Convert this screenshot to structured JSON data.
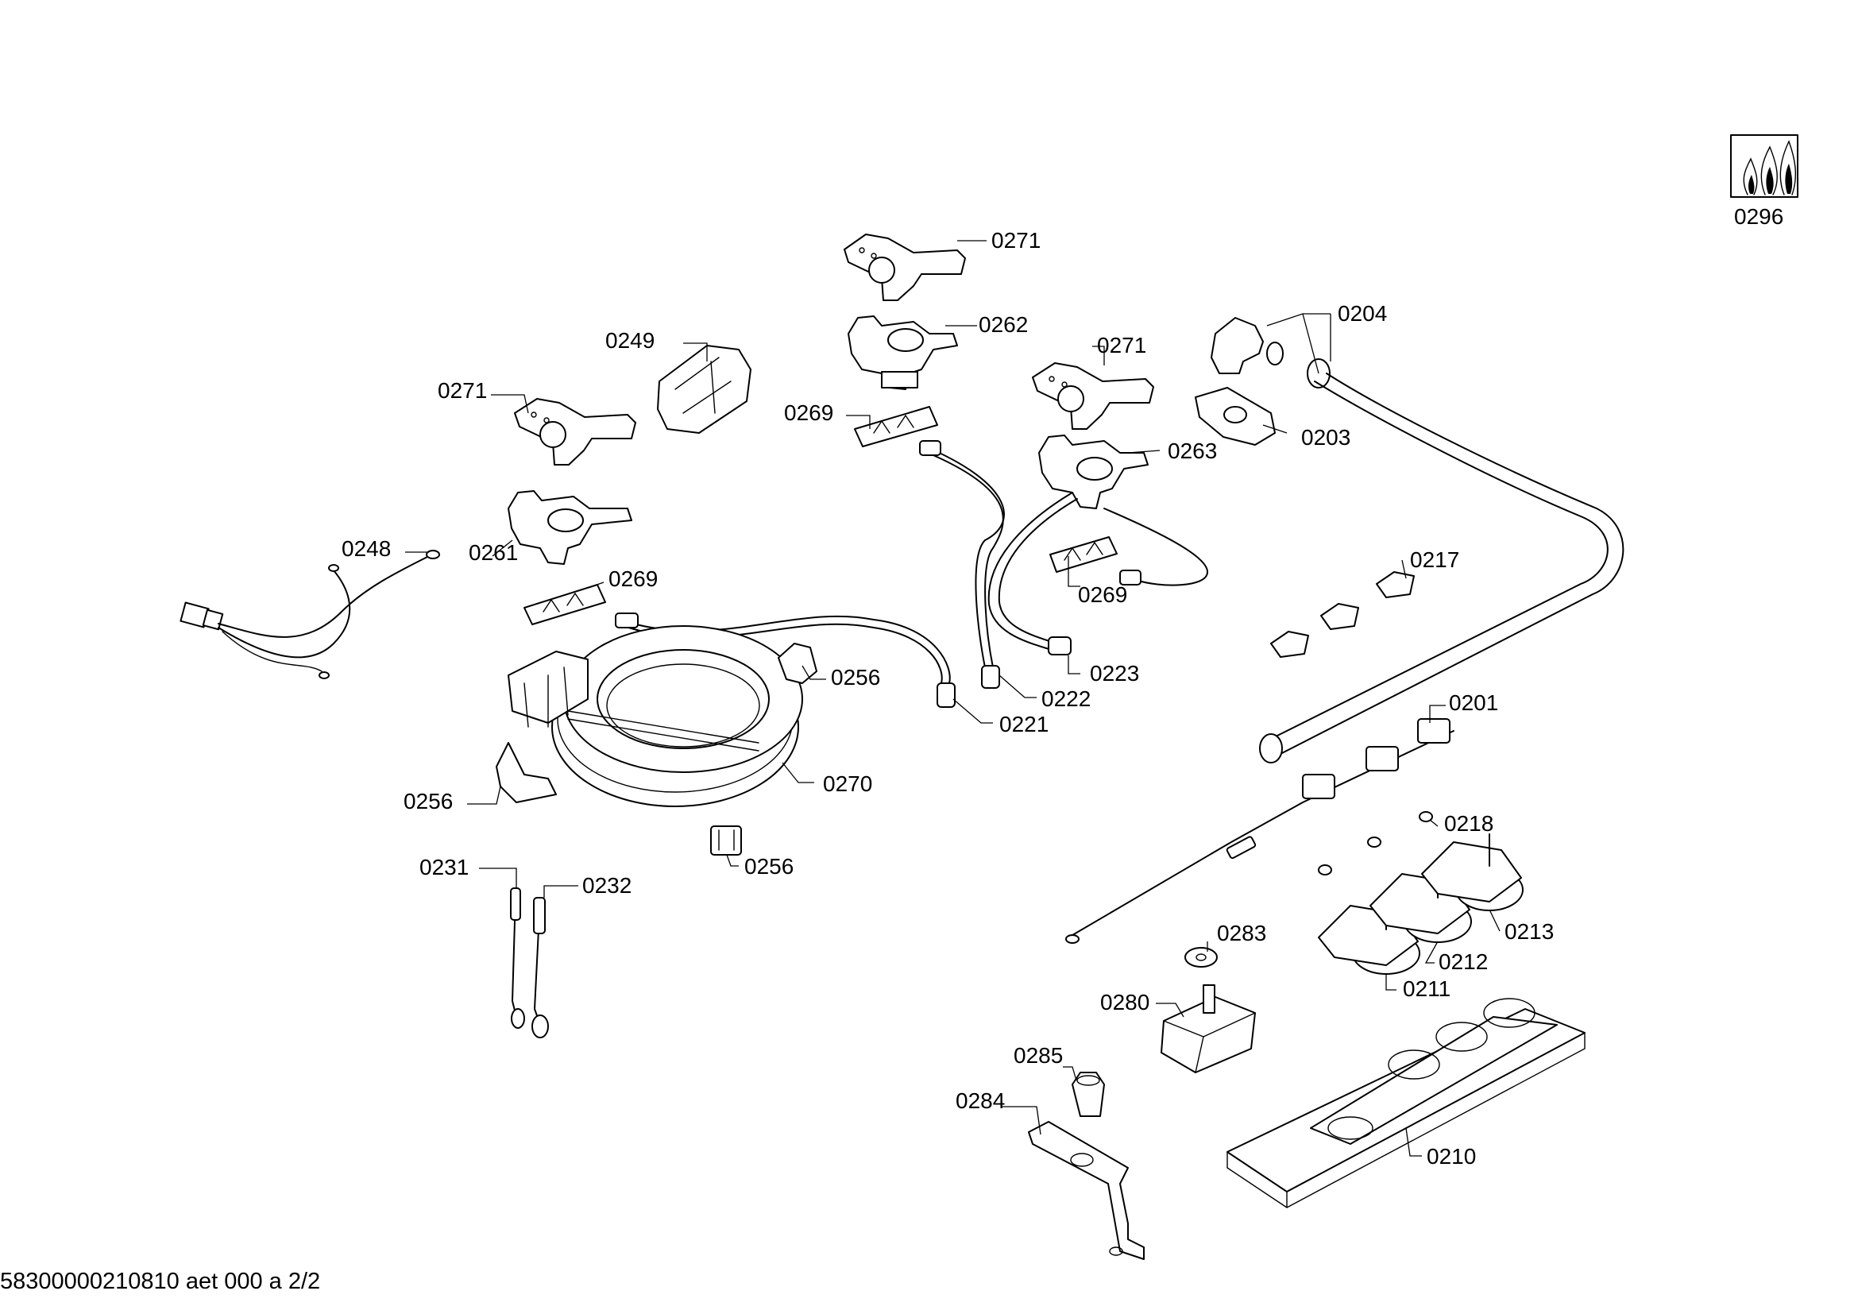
{
  "footer": "58300000210810 aet 000 a 2/2",
  "labels": {
    "p0296": "0296",
    "p0271a": "0271",
    "p0262": "0262",
    "p0204": "0204",
    "p0249": "0249",
    "p0271b": "0271",
    "p0271c": "0271",
    "p0269a": "0269",
    "p0203": "0203",
    "p0263": "0263",
    "p0248": "0248",
    "p0261": "0261",
    "p0269b": "0269",
    "p0269c": "0269",
    "p0217": "0217",
    "p0256a": "0256",
    "p0223": "0223",
    "p0222": "0222",
    "p0201": "0201",
    "p0221": "0221",
    "p0270": "0270",
    "p0256b": "0256",
    "p0218": "0218",
    "p0256c": "0256",
    "p0231": "0231",
    "p0232": "0232",
    "p0213": "0213",
    "p0283": "0283",
    "p0212": "0212",
    "p0211": "0211",
    "p0280": "0280",
    "p0285": "0285",
    "p0284": "0284",
    "p0210": "0210"
  }
}
